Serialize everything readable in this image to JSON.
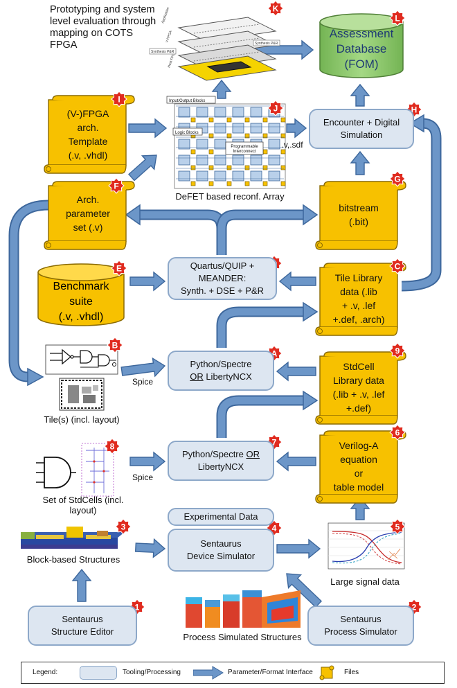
{
  "colors": {
    "tool_fill": "#dde6f1",
    "tool_border": "#8da8c9",
    "file_fill": "#f7c100",
    "file_border": "#8a6a00",
    "arrow_fill": "#6c96c8",
    "arrow_border": "#3d679c",
    "db_fill": "#8dca6a",
    "badge_fill": "#e02b1f"
  },
  "badges": {
    "b1": "1",
    "b2": "2",
    "b3": "3",
    "b4": "4",
    "b5": "5",
    "b6": "6",
    "b7": "7",
    "b8": "8",
    "b9": "9",
    "bA": "A",
    "bB": "B",
    "bC": "C",
    "bD": "D",
    "bE": "E",
    "bF": "F",
    "bG": "G",
    "bH": "H",
    "bI": "I",
    "bJ": "J",
    "bK": "K",
    "bL": "L"
  },
  "top_note": [
    "Prototyping and system",
    "level evaluation through",
    "mapping on COTS",
    "FPGA"
  ],
  "database": [
    "Assessment",
    "Database",
    "(FOM)"
  ],
  "processes": {
    "encounter": [
      "Encounter + Digital",
      "Simulation"
    ],
    "quartus": [
      "Quartus/QUIP +",
      "MEANDER:",
      "Synth. + DSE + P&R"
    ],
    "python_a": {
      "line1": "Python/Spectre",
      "line2_or": "OR",
      "line2_rest": "LibertyNCX"
    },
    "python_7": {
      "line1_text": "Python/Spectre",
      "line1_or": "OR",
      "line2": "LibertyNCX"
    },
    "experimental": "Experimental Data",
    "sentaurus_device": [
      "Sentaurus",
      "Device Simulator"
    ],
    "structure_editor": [
      "Sentaurus",
      "Structure Editor"
    ],
    "process_simulator": [
      "Sentaurus",
      "Process Simulator"
    ]
  },
  "files": {
    "fpga_template": [
      "(V-)FPGA",
      "arch.",
      "Template",
      "(.v, .vhdl)"
    ],
    "arch_param": [
      "Arch.",
      "parameter",
      "set (.v)"
    ],
    "bitstream": [
      "bitstream",
      "(.bit)"
    ],
    "benchmark": [
      "Benchmark",
      "suite",
      "(.v, .vhdl)"
    ],
    "tile_library": [
      "Tile Library",
      "data (.lib",
      "+ .v, .lef",
      "+.def, .arch)"
    ],
    "stdcell_library": [
      "StdCell",
      "Library data",
      "(.lib + .v, .lef",
      "+.def)"
    ],
    "verilog_a": [
      "Verilog-A",
      "equation",
      "or",
      "table model"
    ]
  },
  "labels": {
    "defet_array": "DeFET based reconf. Array",
    "v_sdf": ".v,.sdf",
    "tiles": "Tile(s) (incl. layout)",
    "stdcells": [
      "Set of StdCells (incl.",
      "layout)"
    ],
    "spice_upper": "Spice",
    "spice_lower": "Spice",
    "block_structures": "Block-based Structures",
    "large_signal": "Large signal data",
    "process_structures": "Process Simulated Structures"
  },
  "array_labels": {
    "io": "Input/Output Blocks",
    "logic": "Logic Blocks",
    "interconnect": [
      "Programmable",
      "Interconnect"
    ]
  },
  "stack_labels": {
    "application": "Application",
    "vfpga": "V-FPGA",
    "host": "Host FPGA",
    "synth1": "Synthesis P&R",
    "synth2": "Synthesis P&R"
  },
  "legend": {
    "title": "Legend:",
    "tooling": "Tooling/Processing",
    "interface": "Parameter/Format Interface",
    "files": "Files"
  }
}
